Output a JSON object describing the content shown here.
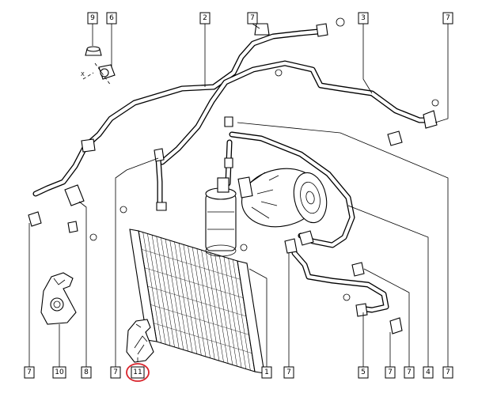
{
  "callouts": [
    {
      "id": "c9",
      "label": "9"
    },
    {
      "id": "c6",
      "label": "6"
    },
    {
      "id": "c2",
      "label": "2"
    },
    {
      "id": "c7a",
      "label": "7"
    },
    {
      "id": "c3",
      "label": "3"
    },
    {
      "id": "c7b",
      "label": "7"
    },
    {
      "id": "c7c",
      "label": "7"
    },
    {
      "id": "c10",
      "label": "10"
    },
    {
      "id": "c8",
      "label": "8"
    },
    {
      "id": "c7d",
      "label": "7"
    },
    {
      "id": "c11",
      "label": "11"
    },
    {
      "id": "c1",
      "label": "1"
    },
    {
      "id": "c7e",
      "label": "7"
    },
    {
      "id": "c5",
      "label": "5"
    },
    {
      "id": "c7f",
      "label": "7"
    },
    {
      "id": "c7g",
      "label": "7"
    },
    {
      "id": "c4",
      "label": "4"
    },
    {
      "id": "c7h",
      "label": "7"
    }
  ],
  "part_markings": {
    "axis_x": "X"
  },
  "highlight": {
    "target": "11",
    "color": "#d9232b"
  }
}
